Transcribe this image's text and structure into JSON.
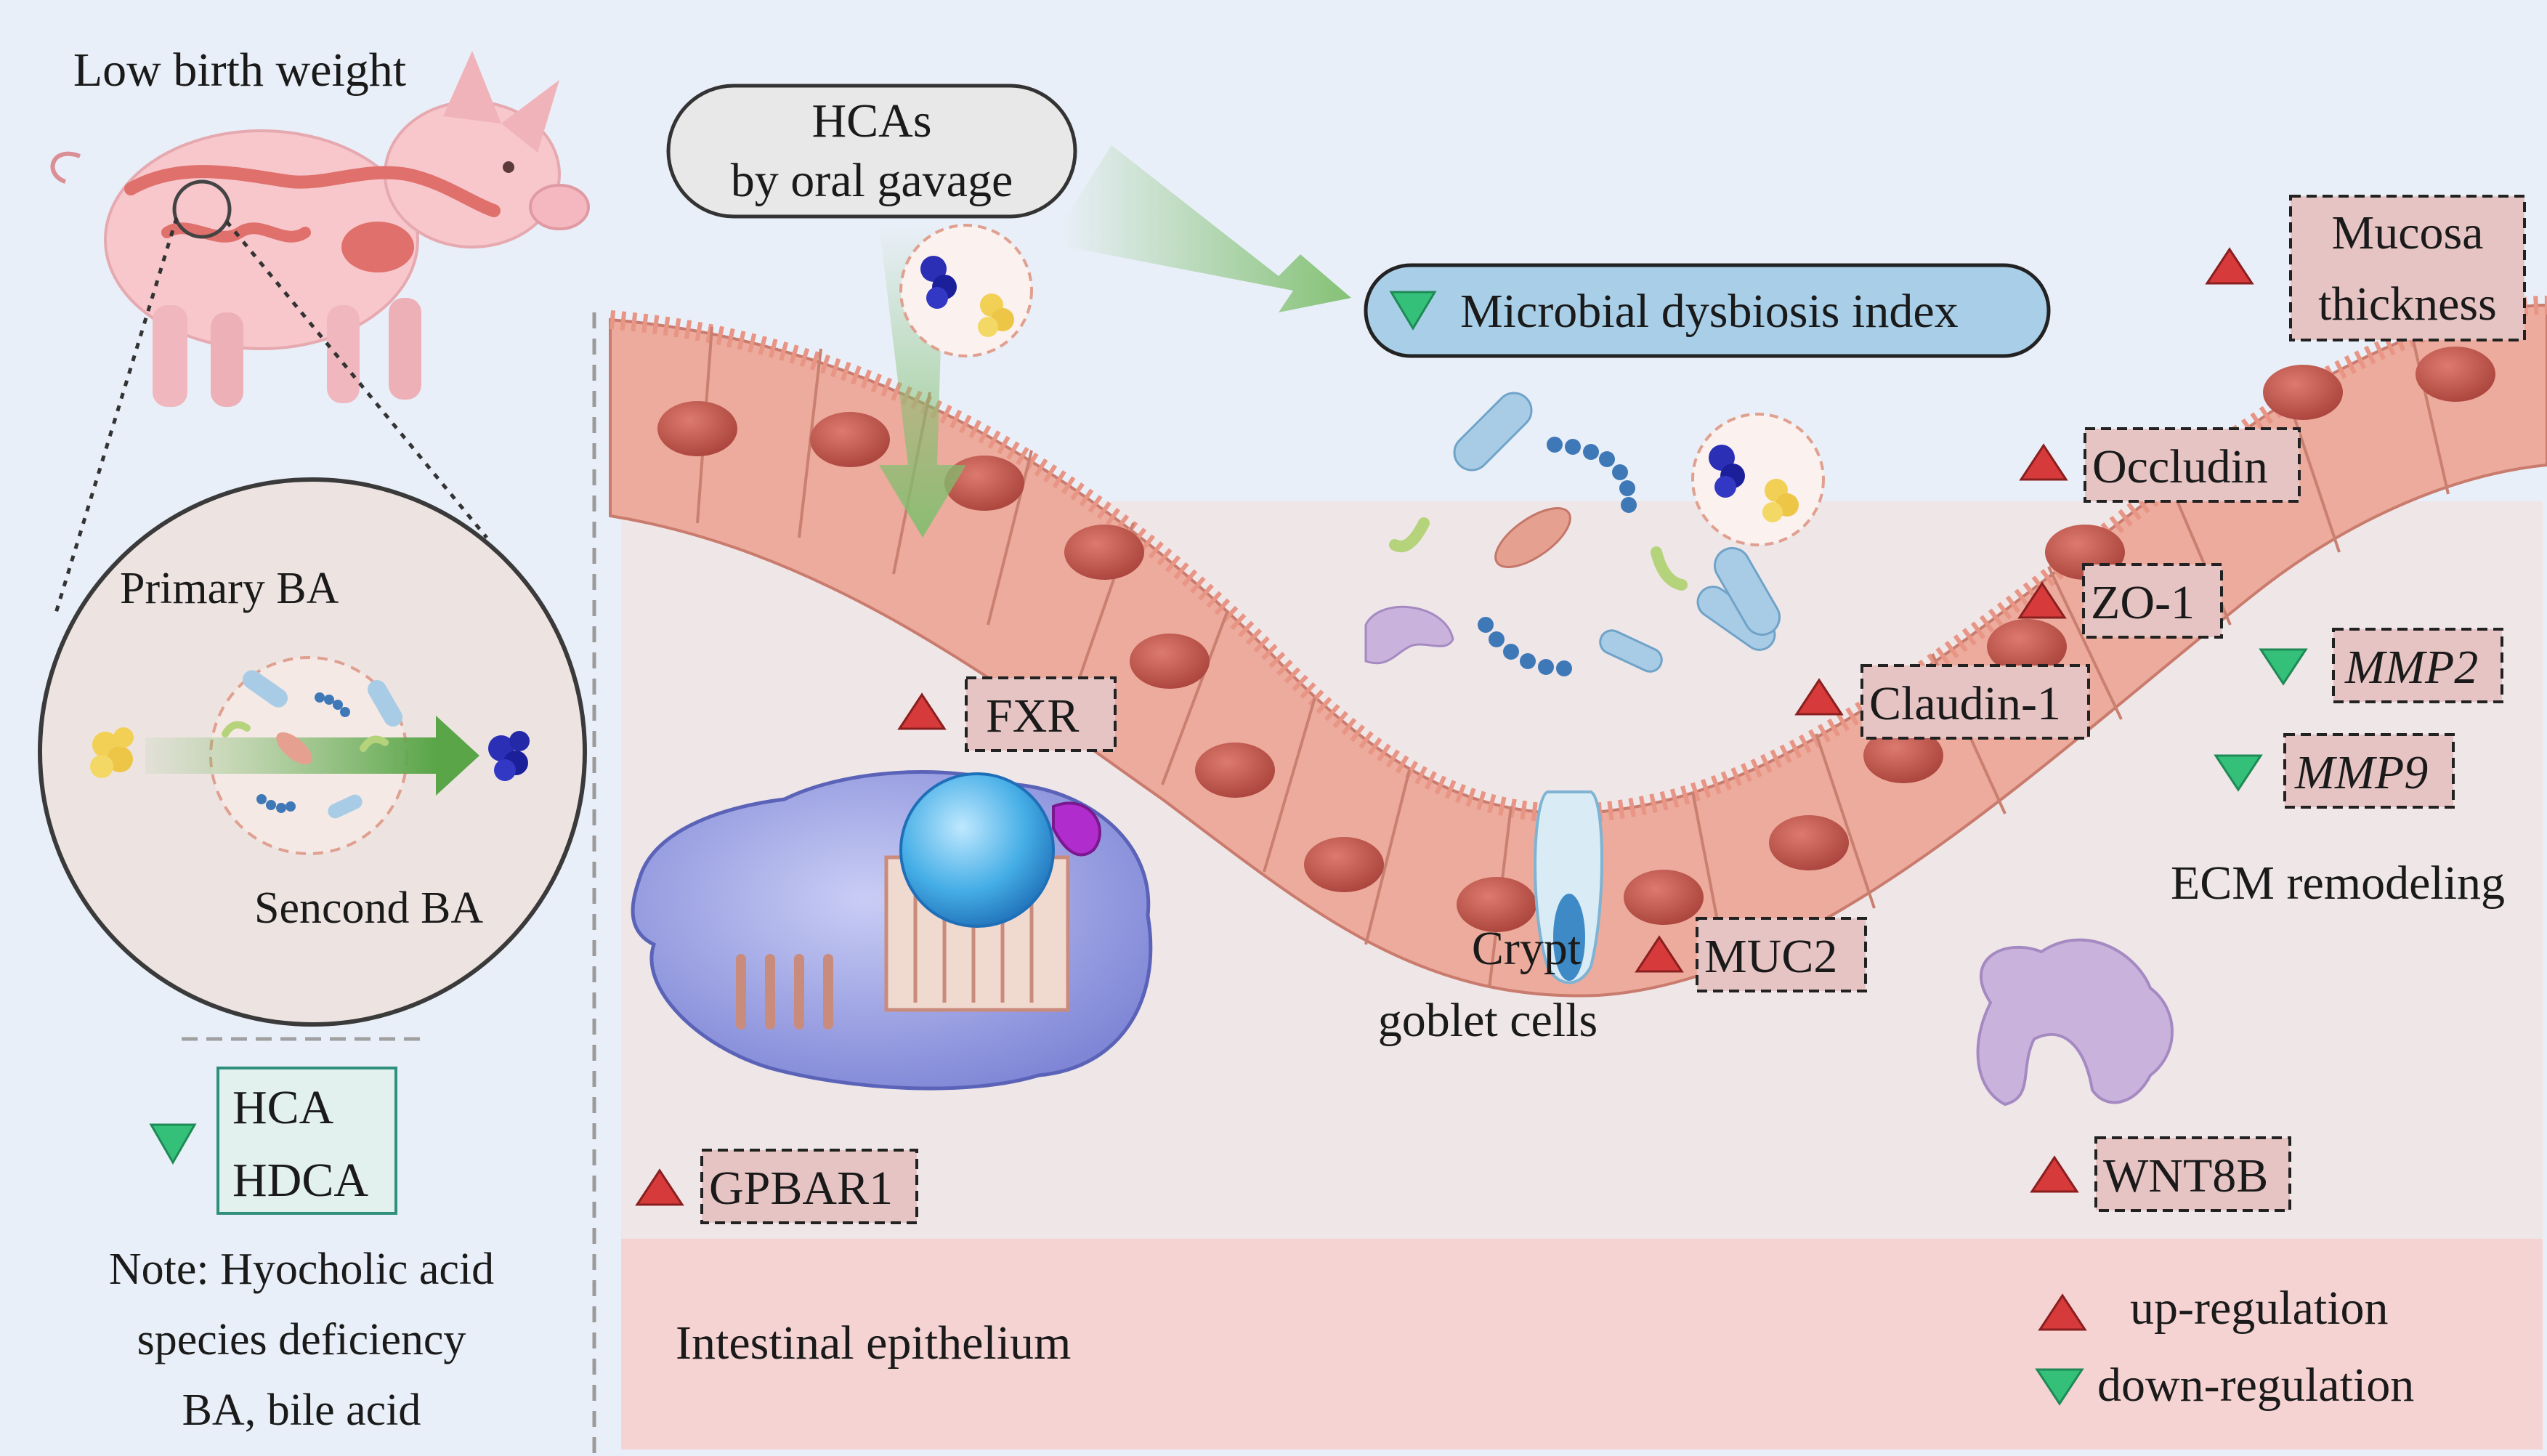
{
  "left_panel": {
    "title": "Low birth weight",
    "circle_labels": {
      "primary": "Primary BA",
      "secondary": "Sencond BA"
    },
    "deficiency_box": [
      "HCA",
      "HDCA"
    ],
    "notes": [
      "Note: Hyocholic acid",
      "species deficiency",
      "BA, bile acid"
    ]
  },
  "main_panel": {
    "gavage_box": [
      "HCAs",
      "by oral gavage"
    ],
    "dysbiosis_label": "Microbial dysbiosis index",
    "markers": {
      "mucosa": [
        "Mucosa",
        "thickness"
      ],
      "occludin": "Occludin",
      "zo1": "ZO-1",
      "claudin": "Claudin-1",
      "mmp2": "MMP2",
      "mmp9": "MMP9",
      "fxr": "FXR",
      "muc2": "MUC2",
      "gpbar1": "GPBAR1",
      "wnt8b": "WNT8B"
    },
    "ecm_label": "ECM remodeling",
    "crypt_label": [
      "Crypt",
      "goblet cells"
    ],
    "epithelium_label": "Intestinal epithelium"
  },
  "legend": {
    "up": "up-regulation",
    "down": "down-regulation"
  },
  "colors": {
    "background": "#e9eff8",
    "up_triangle": "#d63a3a",
    "down_triangle": "#35c07a",
    "marker_box": "#e7c4c4",
    "dysbiosis_box": "#a9cfe8",
    "deficiency_box_border": "#2e8f7d",
    "epithelium_band": "#f5d3d3",
    "cell_body": "#ecab9c",
    "nucleus": "#c8584e"
  }
}
